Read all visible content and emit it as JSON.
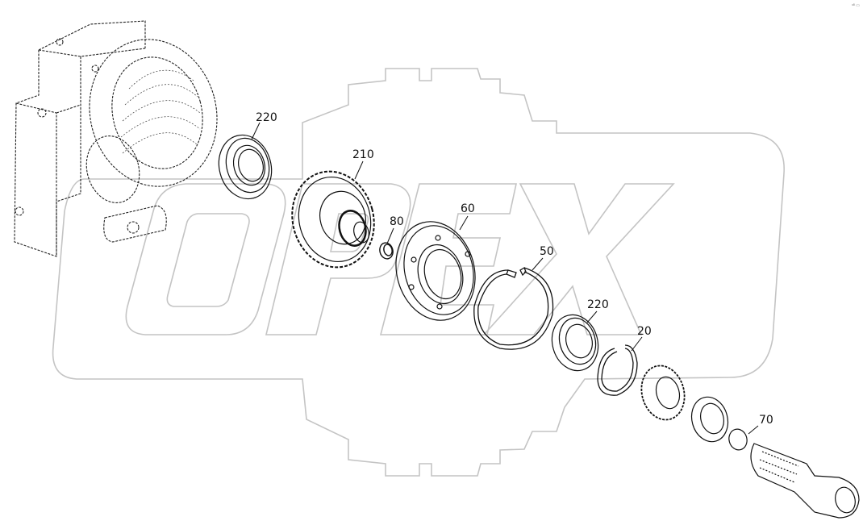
{
  "diagram": {
    "type": "exploded-parts-diagram",
    "watermark": {
      "text": "OPEX",
      "color": "#c8c8c8"
    },
    "corner_mark": "ᵃᴮ ▭",
    "colors": {
      "line": "#111111",
      "watermark": "#bdbdbd",
      "background": "#ffffff"
    },
    "callouts": [
      {
        "id": "c1",
        "label": "220",
        "part": "bearing"
      },
      {
        "id": "c2",
        "label": "210",
        "part": "gear"
      },
      {
        "id": "c3",
        "label": "80",
        "part": "bushing"
      },
      {
        "id": "c4",
        "label": "60",
        "part": "bearing-cover"
      },
      {
        "id": "c5",
        "label": "50",
        "part": "snap-ring-large"
      },
      {
        "id": "c6",
        "label": "220",
        "part": "bearing"
      },
      {
        "id": "c7",
        "label": "20",
        "part": "snap-ring"
      },
      {
        "id": "c8",
        "label": "70",
        "part": "snap-ring-small"
      }
    ]
  }
}
